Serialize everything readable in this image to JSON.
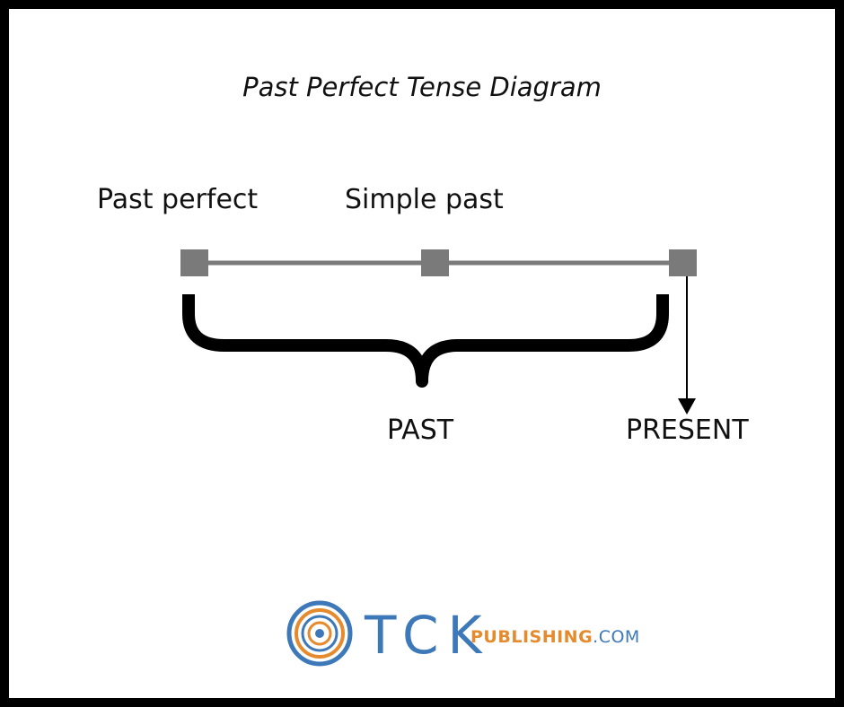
{
  "title": "Past Perfect Tense Diagram",
  "timeline": {
    "upper_labels": {
      "past_perfect": "Past perfect",
      "simple_past": "Simple past"
    },
    "lower_labels": {
      "past": "PAST",
      "present": "PRESENT"
    }
  },
  "logo": {
    "mark": "TCK",
    "publishing": "PUBLISHING",
    "domain": ".COM",
    "icon": "concentric-circles-icon"
  },
  "colors": {
    "frame": "#000000",
    "timeline": "#7a7a7a",
    "brace": "#000000",
    "logo_blue": "#3d78b8",
    "logo_orange": "#e58a2d"
  }
}
